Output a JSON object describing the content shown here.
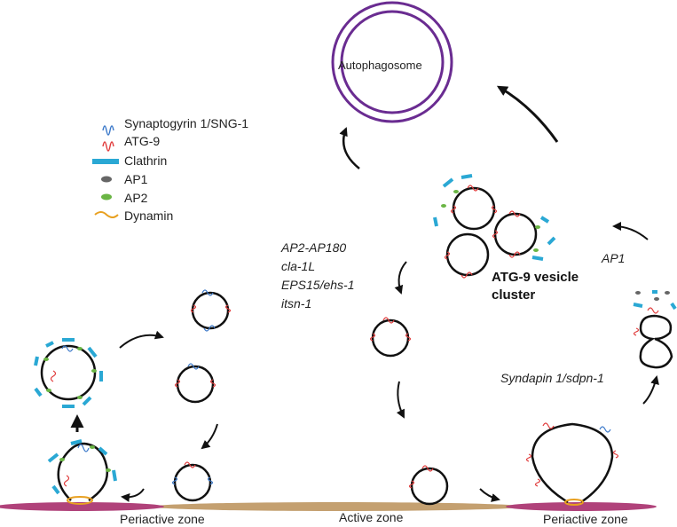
{
  "title": "Autophagosome",
  "legend": [
    {
      "key": "sng1",
      "label": "Synaptogyrin 1/SNG-1",
      "color": "#3a78c9",
      "icon": "wavy-line-icon"
    },
    {
      "key": "atg9",
      "label": "ATG-9",
      "color": "#e03a3a",
      "icon": "wavy-line-icon"
    },
    {
      "key": "clathrin",
      "label": "Clathrin",
      "color": "#2aa8d4",
      "icon": "bar-icon"
    },
    {
      "key": "ap1",
      "label": "AP1",
      "color": "#666666",
      "icon": "oval-icon"
    },
    {
      "key": "ap2",
      "label": "AP2",
      "color": "#6ab544",
      "icon": "oval-icon"
    },
    {
      "key": "dynamin",
      "label": "Dynamin",
      "color": "#e8a020",
      "icon": "ring-icon"
    }
  ],
  "labels": {
    "ap2_ap180": "AP2-AP180",
    "cla1l": "cla-1L",
    "eps15": "EPS15/ehs-1",
    "itsn1": "itsn-1",
    "cluster_line1": "ATG-9 vesicle",
    "cluster_line2": "cluster",
    "ap1": "AP1",
    "syndapin": "Syndapin 1/sdpn-1",
    "periactive_left": "Periactive zone",
    "active": "Active zone",
    "periactive_right": "Periactive zone"
  },
  "colors": {
    "autophagosome": "#6a2c91",
    "periactive": "#b0427a",
    "active": "#c4a070",
    "membrane": "#111111",
    "arrow": "#111111"
  }
}
